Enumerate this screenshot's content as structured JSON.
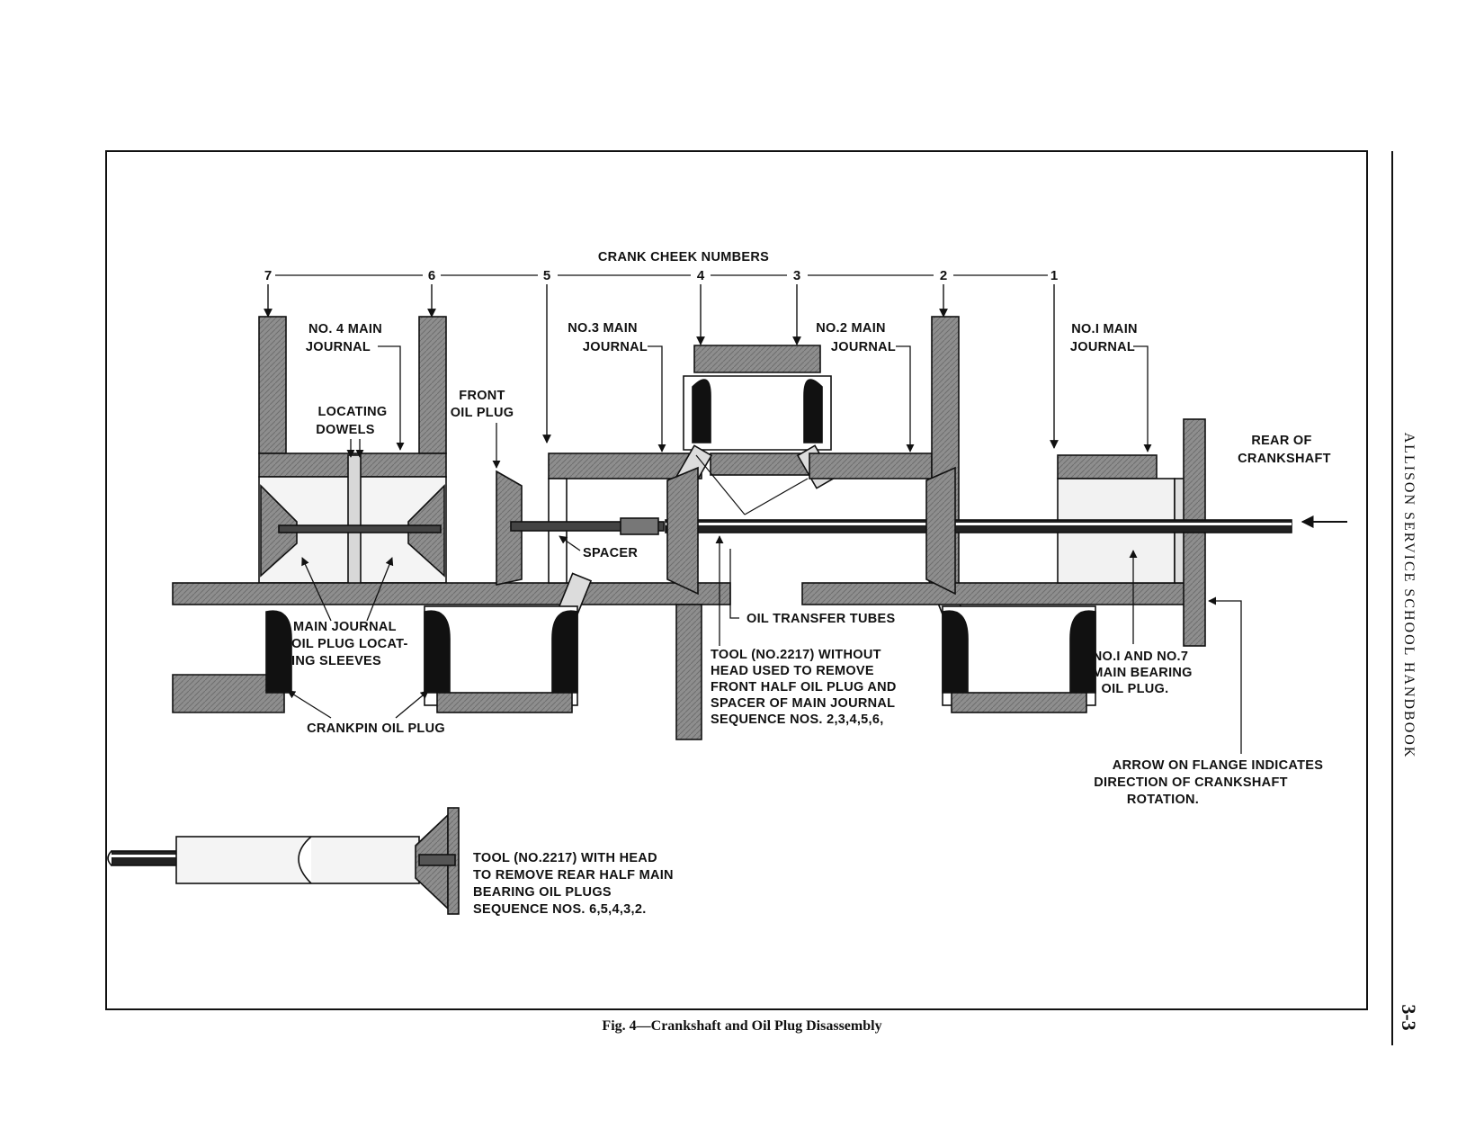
{
  "figure": {
    "caption": "Fig. 4—Crankshaft and Oil Plug Disassembly",
    "side_title": "ALLISON SERVICE SCHOOL HANDBOOK",
    "page_number": "3-3"
  },
  "labels": {
    "crank_cheek_numbers": "CRANK CHEEK NUMBERS",
    "cheeks": [
      "7",
      "6",
      "5",
      "4",
      "3",
      "2",
      "1"
    ],
    "no4_main_journal": [
      "NO. 4 MAIN",
      "JOURNAL"
    ],
    "no3_main_journal": [
      "NO.3 MAIN",
      "JOURNAL"
    ],
    "no2_main_journal": [
      "NO.2 MAIN",
      "JOURNAL"
    ],
    "no1_main_journal": [
      "NO.I MAIN",
      "JOURNAL"
    ],
    "locating_dowels": [
      "LOCATING",
      "DOWELS"
    ],
    "front_oil_plug": [
      "FRONT",
      "OIL PLUG"
    ],
    "rear_of_crankshaft": [
      "REAR OF",
      "CRANKSHAFT"
    ],
    "spacer": "SPACER",
    "main_journal_sleeves": [
      "MAIN JOURNAL",
      "OIL PLUG LOCAT-",
      "ING SLEEVES"
    ],
    "oil_transfer_tubes": "OIL TRANSFER TUBES",
    "tool_without_head": [
      "TOOL (NO.2217) WITHOUT",
      "HEAD USED TO REMOVE",
      "FRONT HALF OIL PLUG AND",
      "SPACER OF MAIN JOURNAL",
      "SEQUENCE NOS. 2,3,4,5,6,"
    ],
    "bearing_oil_plug": [
      "NO.I AND NO.7",
      "MAIN BEARING",
      "OIL PLUG."
    ],
    "crankpin_oil_plug": "CRANKPIN OIL PLUG",
    "arrow_on_flange": [
      "ARROW ON FLANGE INDICATES",
      "DIRECTION OF CRANKSHAFT",
      "ROTATION."
    ],
    "tool_with_head": [
      "TOOL (NO.2217) WITH HEAD",
      "TO REMOVE REAR HALF MAIN",
      "BEARING OIL PLUGS",
      "SEQUENCE NOS. 6,5,4,3,2."
    ]
  }
}
